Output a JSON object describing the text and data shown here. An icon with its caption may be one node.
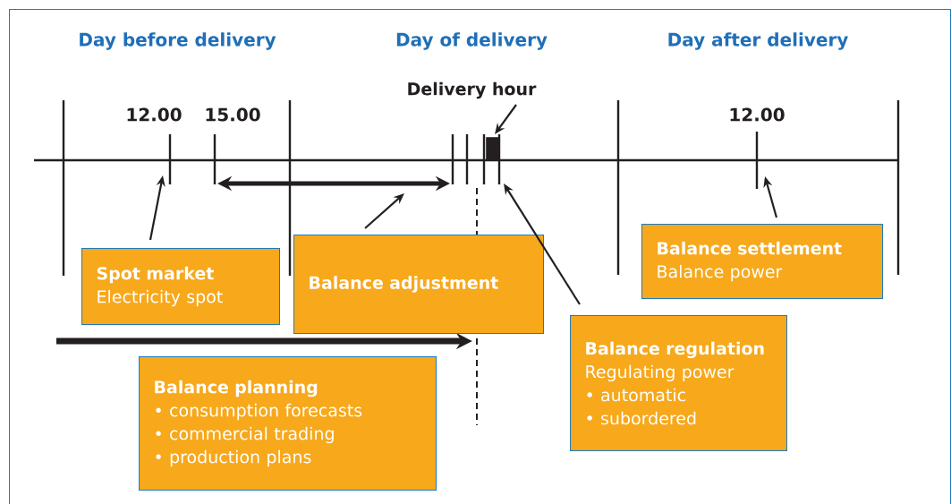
{
  "diagram": {
    "nodes": [
      {
        "text": [
          "Delivery hour"
        ]
      },
      {
        "text": [],
        "shape": "box"
      },
      {
        "text": [
          "Spot market",
          "Electricity spot"
        ]
      },
      {
        "text": [
          "Balance adjustment"
        ]
      },
      {
        "text": [
          "Balance regulation",
          "Regulating power",
          "• automatic",
          "• subordered"
        ]
      },
      {
        "text": [
          "Balance planning",
          "• consumption forecasts",
          "• commercial trading",
          "• production plans"
        ]
      },
      {
        "text": [
          "Balance settlement",
          "Balance power"
        ]
      }
    ],
    "edges": [
      {
        "from": 0,
        "to": 1,
        "arrow": "to"
      },
      {
        "from": 2,
        "to": null,
        "arrow": "to"
      },
      {
        "from": 3,
        "to": null,
        "arrow": "to"
      },
      {
        "from": 4,
        "to": null,
        "arrow": "to"
      },
      {
        "from": 6,
        "to": null,
        "arrow": "to"
      }
    ],
    "labels": [
      "Day before delivery",
      "Day of delivery",
      "Day after delivery",
      "12.00",
      "15.00",
      "12.00"
    ]
  }
}
